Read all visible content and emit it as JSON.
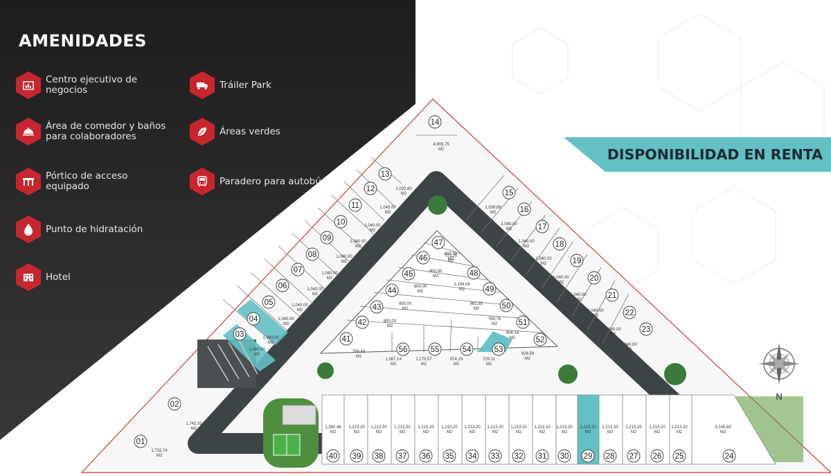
{
  "amenities": {
    "title": "AMENIDADES",
    "items": [
      {
        "label": "Centro ejecutivo de negocios",
        "icon": "business-center-icon"
      },
      {
        "label": "Tráiler Park",
        "icon": "truck-icon"
      },
      {
        "label": "Área de comedor y baños para colaboradores",
        "icon": "dining-icon"
      },
      {
        "label": "Áreas verdes",
        "icon": "leaf-icon"
      },
      {
        "label": "Pórtico de acceso equipado",
        "icon": "gate-icon"
      },
      {
        "label": "Paradero para autobús",
        "icon": "bus-icon"
      },
      {
        "label": "Punto de hidratación",
        "icon": "water-drop-icon"
      },
      {
        "label": "Hotel",
        "icon": "hotel-icon"
      }
    ]
  },
  "banner": {
    "text": "DISPONIBILIDAD EN RENTA"
  },
  "compass": {
    "label": "N"
  },
  "colors": {
    "accent": "#c8262f",
    "available": "#63c0c4",
    "dark": "#1d1d1d"
  },
  "lots": {
    "unit": "M2",
    "items": [
      {
        "id": "01",
        "area": "1,733.74",
        "available": false
      },
      {
        "id": "02",
        "area": "1,742.33",
        "available": false
      },
      {
        "id": "03",
        "area": "1,040.00",
        "available": true
      },
      {
        "id": "04",
        "area": "1,040.00",
        "available": true
      },
      {
        "id": "05",
        "area": "1,040.00",
        "available": false
      },
      {
        "id": "06",
        "area": "1,040.00",
        "available": false
      },
      {
        "id": "07",
        "area": "1,040.00",
        "available": false
      },
      {
        "id": "08",
        "area": "1,040.00",
        "available": false
      },
      {
        "id": "09",
        "area": "1,040.00",
        "available": false
      },
      {
        "id": "10",
        "area": "1,040.00",
        "available": false
      },
      {
        "id": "11",
        "area": "1,040.00",
        "available": false
      },
      {
        "id": "12",
        "area": "1,040.00",
        "available": false
      },
      {
        "id": "13",
        "area": "1,020.60",
        "available": false
      },
      {
        "id": "14",
        "area": "4,909.75",
        "available": false
      },
      {
        "id": "15",
        "area": "1,039.89",
        "available": false
      },
      {
        "id": "16",
        "area": "1,040.00",
        "available": false
      },
      {
        "id": "17",
        "area": "1,040.00",
        "available": false
      },
      {
        "id": "18",
        "area": "1,040.00",
        "available": false
      },
      {
        "id": "19",
        "area": "1,040.00",
        "available": false
      },
      {
        "id": "20",
        "area": "1,040.00",
        "available": false
      },
      {
        "id": "21",
        "area": "1,040.00",
        "available": false
      },
      {
        "id": "22",
        "area": "1,040.00",
        "available": false
      },
      {
        "id": "23",
        "area": "1,040.00",
        "available": false
      },
      {
        "id": "24",
        "area": "3,148.60",
        "available": false
      },
      {
        "id": "25",
        "area": "1,213.20",
        "available": false
      },
      {
        "id": "26",
        "area": "1,213.20",
        "available": false
      },
      {
        "id": "27",
        "area": "1,213.20",
        "available": false
      },
      {
        "id": "28",
        "area": "1,213.20",
        "available": false
      },
      {
        "id": "29",
        "area": "1,213.20",
        "available": true
      },
      {
        "id": "30",
        "area": "1,213.20",
        "available": false
      },
      {
        "id": "31",
        "area": "1,213.20",
        "available": false
      },
      {
        "id": "32",
        "area": "1,213.20",
        "available": false
      },
      {
        "id": "33",
        "area": "1,213.20",
        "available": false
      },
      {
        "id": "34",
        "area": "1,213.20",
        "available": false
      },
      {
        "id": "35",
        "area": "1,213.20",
        "available": false
      },
      {
        "id": "36",
        "area": "1,213.20",
        "available": false
      },
      {
        "id": "37",
        "area": "1,213.20",
        "available": false
      },
      {
        "id": "38",
        "area": "1,213.20",
        "available": false
      },
      {
        "id": "39",
        "area": "1,213.20",
        "available": false
      },
      {
        "id": "40",
        "area": "1,360.46",
        "available": false
      },
      {
        "id": "41",
        "area": "798.48",
        "available": false
      },
      {
        "id": "42",
        "area": "800.00",
        "available": false
      },
      {
        "id": "43",
        "area": "800.00",
        "available": false
      },
      {
        "id": "44",
        "area": "800.00",
        "available": false
      },
      {
        "id": "45",
        "area": "800.00",
        "available": false
      },
      {
        "id": "46",
        "area": "800.00",
        "available": false
      },
      {
        "id": "47",
        "area": "773.20",
        "available": false
      },
      {
        "id": "48",
        "area": "1,194.09",
        "available": false
      },
      {
        "id": "49",
        "area": "981.93",
        "available": false
      },
      {
        "id": "50",
        "area": "769.76",
        "available": false
      },
      {
        "id": "51",
        "area": "606.14",
        "available": false
      },
      {
        "id": "52",
        "area": "926.59",
        "available": false
      },
      {
        "id": "53",
        "area": "729.11",
        "available": true
      },
      {
        "id": "54",
        "area": "974.19",
        "available": false
      },
      {
        "id": "55",
        "area": "1,170.57",
        "available": false
      },
      {
        "id": "56",
        "area": "1,367.14",
        "available": false
      }
    ]
  }
}
